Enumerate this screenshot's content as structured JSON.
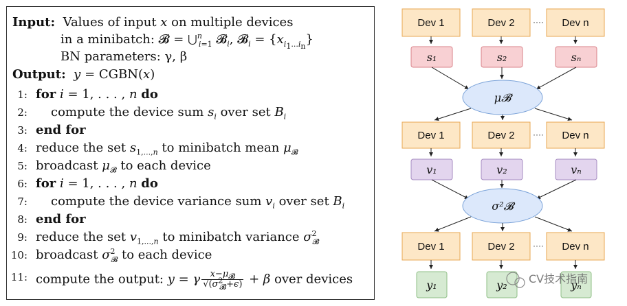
{
  "algorithm": {
    "input_label": "Input:",
    "input_line1": "Values of input x on multiple devices",
    "input_line2": "in a minibatch: 𝓑 = ⋃ⁿᵢ₌₁ 𝓑ᵢ, 𝓑ᵢ = {x_{i₁…iₙ}}",
    "input_line3": "BN parameters: γ, β",
    "output_label": "Output:",
    "output_value": "y = CGBN(x)",
    "steps": [
      {
        "num": "1:",
        "text": "for i = 1, . . . , n do"
      },
      {
        "num": "2:",
        "text": "compute the device sum sᵢ over set Bᵢ"
      },
      {
        "num": "3:",
        "text": "end for"
      },
      {
        "num": "4:",
        "text": "reduce the set s₁,...,ₙ to minibatch mean μ𝓑"
      },
      {
        "num": "5:",
        "text": "broadcast μ𝓑 to each device"
      },
      {
        "num": "6:",
        "text": "for i = 1, . . . , n do"
      },
      {
        "num": "7:",
        "text": "compute the device variance sum vᵢ over set Bᵢ"
      },
      {
        "num": "8:",
        "text": "end for"
      },
      {
        "num": "9:",
        "text": "reduce the set v₁,...,ₙ to minibatch variance σ²𝓑"
      },
      {
        "num": "10:",
        "text": "broadcast σ²𝓑 to each device"
      },
      {
        "num": "11:",
        "text": "compute the output: y = γ (x−μ𝓑)/√(σ²𝓑+ϵ) + β over devices"
      }
    ]
  },
  "diagram": {
    "devices": [
      "Dev 1",
      "Dev 2",
      "Dev n"
    ],
    "ellipsis": "····",
    "sums": [
      "s₁",
      "s₂",
      "sₙ"
    ],
    "mean": "μ𝓑",
    "variances": [
      "v₁",
      "v₂",
      "vₙ"
    ],
    "variance": "σ²𝓑",
    "outputs": [
      "y₁",
      "y₂",
      "yₙ"
    ],
    "colors": {
      "device_fill": "#fde7c6",
      "device_stroke": "#e8a752",
      "sum_fill": "#f8d0d3",
      "sum_stroke": "#d9828a",
      "ellipse_fill": "#dce8fb",
      "ellipse_stroke": "#7aa2d8",
      "var_fill": "#e3d5ee",
      "var_stroke": "#a68bc1",
      "out_fill": "#d6ead2",
      "out_stroke": "#8fbf86"
    }
  },
  "watermark": "CV技术指南"
}
